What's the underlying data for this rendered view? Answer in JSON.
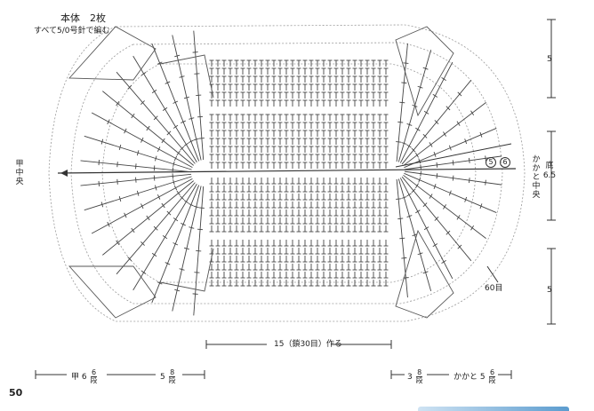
{
  "title": {
    "main": "本体　2枚",
    "sub": "すべて5/0号針で編む"
  },
  "labels": {
    "toe_center": "甲中央",
    "heel_center": "かかと中央",
    "sole_width": "底 6.5",
    "top_height": "5",
    "bottom_height": "5",
    "stitch_count": "60目",
    "chain_base": "15（鎖30目）作る",
    "circled_a": "5",
    "circled_b": "6"
  },
  "bottom_dims": {
    "instep_label": "甲",
    "instep_cm": "6",
    "instep_rows": "6",
    "instep_rows_unit": "段",
    "mid_cm": "5",
    "mid_rows": "8",
    "mid_rows_unit": "段",
    "right1_cm": "3",
    "right1_rows": "8",
    "right1_rows_unit": "段",
    "heel_label": "かかと",
    "heel_cm": "5",
    "heel_rows": "6",
    "heel_rows_unit": "段"
  },
  "page_number": "50",
  "colors": {
    "ink": "#333333",
    "guide": "#9a9a9a",
    "accent": "#5b9ccf"
  }
}
